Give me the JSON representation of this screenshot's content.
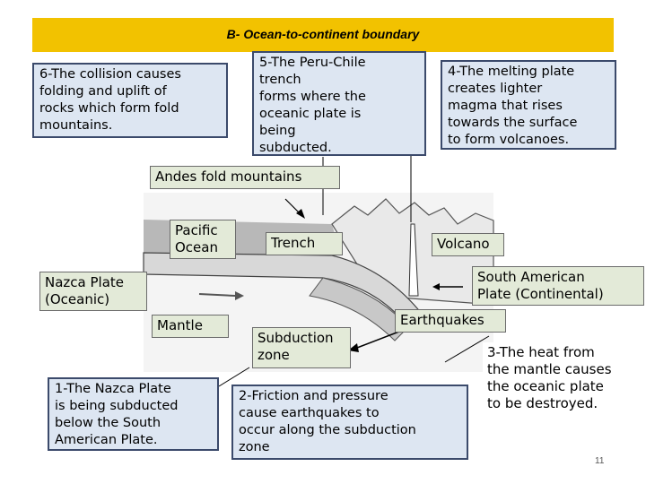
{
  "title": "B- Ocean-to-continent boundary",
  "boxes": {
    "collision": "6-The collision causes\nfolding and uplift of\nrocks which form fold\nmountains.",
    "trench": "5-The Peru-Chile\ntrench\nforms where the\n oceanic plate is\nbeing\nsubducted.",
    "melting": "4-The melting plate\ncreates lighter\n magma that rises\ntowards the surface\nto form volcanoes.",
    "nazca": "1-The Nazca Plate\nis being subducted\nbelow the South\nAmerican Plate.",
    "friction": "2-Friction and pressure\n cause earthquakes to\noccur along the subduction\nzone",
    "heat": "3-The heat from\nthe mantle causes\nthe oceanic plate\nto be destroyed."
  },
  "labels": {
    "andes": "Andes fold mountains",
    "pacific": "Pacific\nOcean",
    "trench": "Trench",
    "volcano": "Volcano",
    "nazca_plate": "Nazca Plate\n(Oceanic)",
    "south_american": "South American\nPlate (Continental)",
    "mantle": "Mantle",
    "earthquakes": "Earthquakes",
    "subduction": "Subduction\nzone"
  },
  "page_number": "11",
  "colors": {
    "title_bar": "#f2c200",
    "box_fill": "#dde6f2",
    "box_border": "#3b4a6b",
    "label_fill": "#e3ead8"
  }
}
